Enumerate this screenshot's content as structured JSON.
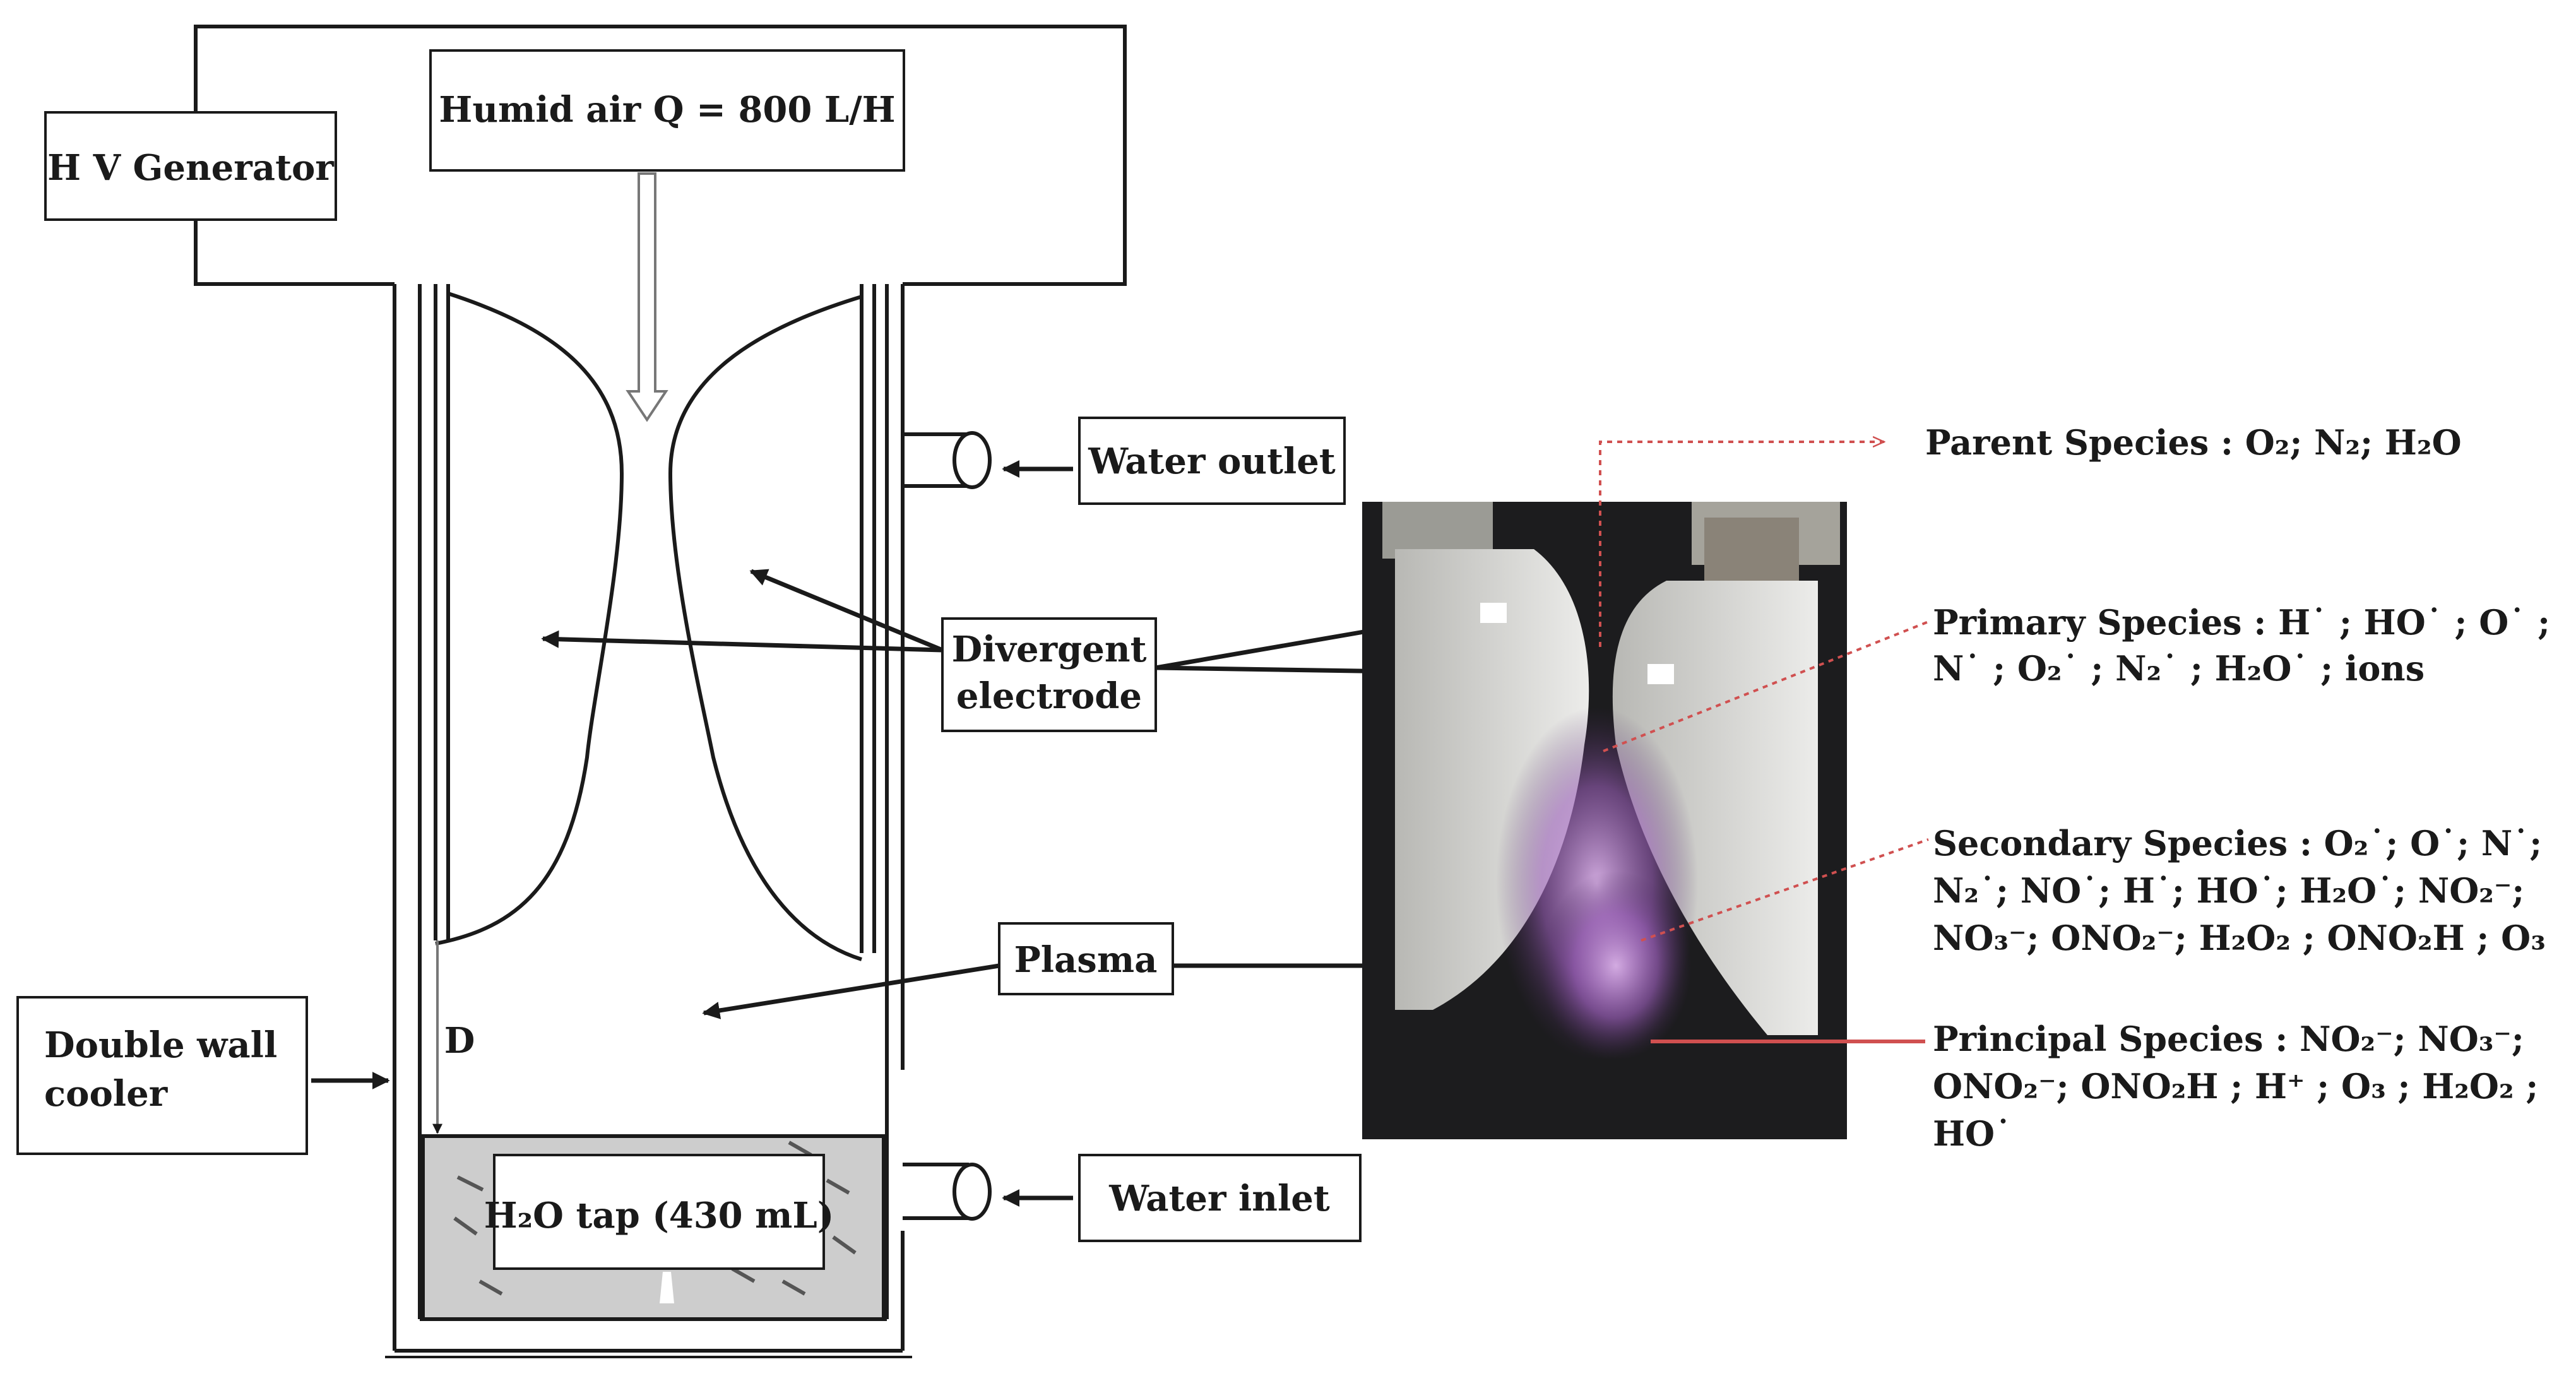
{
  "labels": {
    "hv_generator": "H V Generator",
    "humid_air": "Humid air Q = 800 L/H",
    "water_outlet": "Water outlet",
    "water_inlet": "Water inlet",
    "divergent_1": "Divergent",
    "divergent_2": "electrode",
    "plasma": "Plasma",
    "cooler_1": "Double wall",
    "cooler_2": "cooler",
    "distance": "D",
    "tap_water": "H₂O tap (430 mL)"
  },
  "species": {
    "parent": "Parent Species : O₂; N₂; H₂O",
    "primary_1": "Primary Species : H˙ ; HO˙ ; O˙ ;",
    "primary_2": "N˙ ; O₂˙ ; N₂˙ ; H₂O˙ ; ions",
    "secondary_1": "Secondary Species : O₂˙; O˙; N˙;",
    "secondary_2": "N₂˙; NO˙; H˙; HO˙; H₂O˙; NO₂⁻;",
    "secondary_3": "NO₃⁻; ONO₂⁻; H₂O₂ ; ONO₂H ; O₃",
    "principal_1": "Principal Species : NO₂⁻; NO₃⁻;",
    "principal_2": "ONO₂⁻; ONO₂H ; H⁺ ; O₃ ; H₂O₂ ;",
    "principal_3": "HO˙"
  },
  "colors": {
    "line": "#1a1a1a",
    "water": "#cdcdcd",
    "photo_bg": "#1c1c1e",
    "electrode_photo": "#dcdcd8",
    "plasma_glow": "#b07ac8",
    "dotted_leader": "#d05050"
  }
}
